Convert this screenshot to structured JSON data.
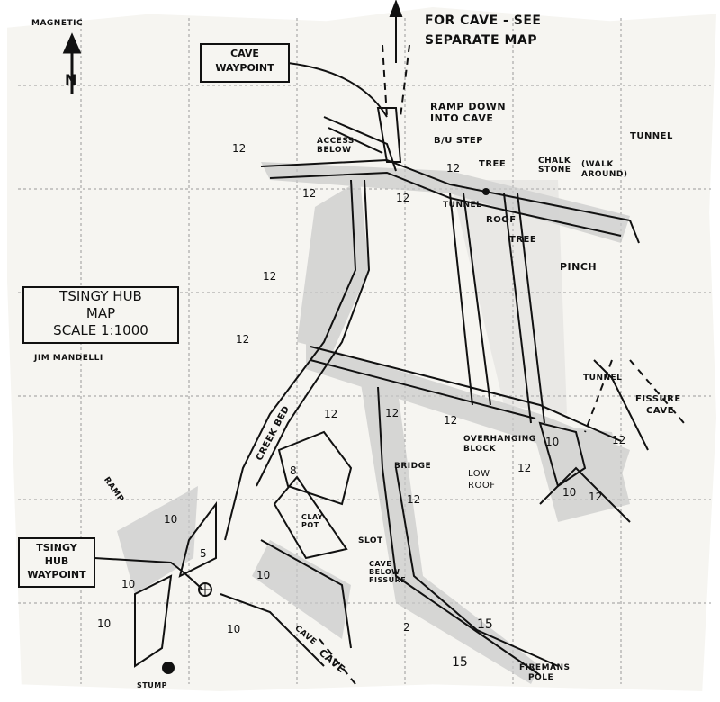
{
  "compass": {
    "label": "Magnetic",
    "north": "N"
  },
  "cave_note": {
    "line1": "For Cave - See",
    "line2": "Separate Map"
  },
  "cave_waypoint": {
    "line1": "Cave",
    "line2": "Waypoint"
  },
  "title_box": {
    "line1": "Tsingy Hub",
    "line2": "Map",
    "scale": "Scale 1:1000",
    "author": "Jim Mandelli"
  },
  "hub_waypoint": {
    "line1": "Tsingy",
    "line2": "Hub",
    "line3": "Waypoint"
  },
  "labels": {
    "ramp_down_1": "Ramp Down",
    "ramp_down_2": "Into Cave",
    "bu_step": "B/U Step",
    "access_1": "Access",
    "access_2": "Below",
    "tunnel_a": "Tunnel",
    "tree_a": "Tree",
    "chalk_1": "Chalk",
    "chalk_2": "Stone",
    "walk_1": "(Walk",
    "walk_2": "Around)",
    "tunnel_b": "Tunnel",
    "roof": "Roof",
    "tree_b": "Tree",
    "pinch": "Pinch",
    "creek_bed": "Creek Bed",
    "tunnel_c": "Tunnel",
    "fissure_1": "Fissure",
    "fissure_2": "Cave",
    "overhang_1": "Overhanging",
    "overhang_2": "Block",
    "low_1": "Low",
    "low_2": "Roof",
    "bridge": "Bridge",
    "clay_1": "Clay",
    "clay_2": "Pot",
    "slot": "Slot",
    "cave_below_1": "Cave",
    "cave_below_2": "Below",
    "cave_below_3": "Fissure",
    "ramp": "Ramp",
    "stump": "Stump",
    "cave_a": "Cave",
    "cave_b": "Cave",
    "firemans_1": "Firemans",
    "firemans_2": "Pole"
  },
  "heights": [
    "12",
    "12",
    "12",
    "12",
    "12",
    "12",
    "12",
    "12",
    "12",
    "12",
    "12",
    "8",
    "10",
    "10",
    "10",
    "10",
    "10",
    "10",
    "5",
    "15",
    "15",
    "12",
    "10",
    "12",
    "2"
  ]
}
